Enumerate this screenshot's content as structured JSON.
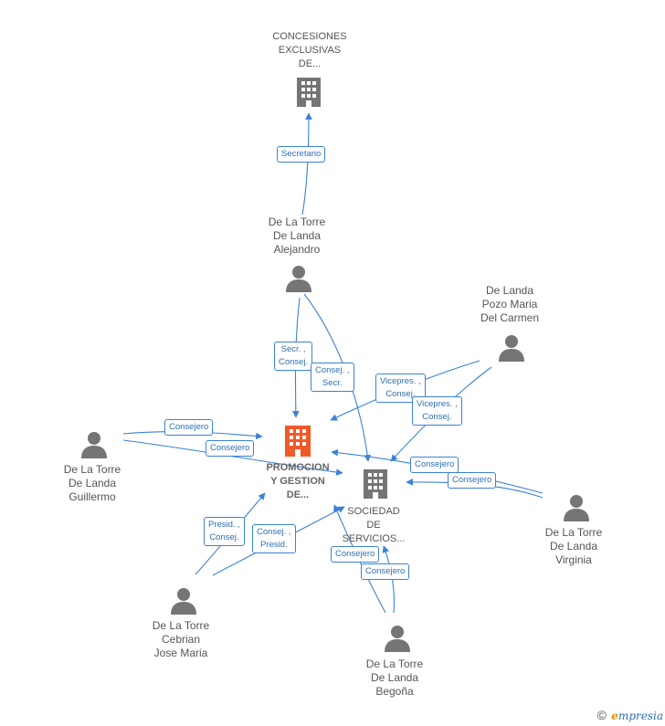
{
  "colors": {
    "edge": "#3b82d6",
    "node_gray": "#757575",
    "node_main": "#f05a28",
    "label_text": "#555555",
    "edge_label_text": "#2f6fb7"
  },
  "nodes": {
    "concesiones": {
      "type": "company",
      "label_lines": [
        "CONCESIONES",
        "EXCLUSIVAS",
        "DE..."
      ]
    },
    "promocion": {
      "type": "company-main",
      "label_lines": [
        "PROMOCION",
        "Y GESTION",
        "DE..."
      ]
    },
    "sociedad": {
      "type": "company",
      "label_lines": [
        "SOCIEDAD",
        "DE",
        "SERVICIOS..."
      ]
    },
    "alejandro": {
      "type": "person",
      "label_lines": [
        "De La Torre",
        "De Landa",
        "Alejandro"
      ]
    },
    "pozo": {
      "type": "person",
      "label_lines": [
        "De Landa",
        "Pozo Maria",
        "Del Carmen"
      ]
    },
    "guillermo": {
      "type": "person",
      "label_lines": [
        "De La Torre",
        "De Landa",
        "Guillermo"
      ]
    },
    "virginia": {
      "type": "person",
      "label_lines": [
        "De La Torre",
        "De Landa",
        "Virginia"
      ]
    },
    "cebrian": {
      "type": "person",
      "label_lines": [
        "De La Torre",
        "Cebrian",
        "Jose Maria"
      ]
    },
    "begona": {
      "type": "person",
      "label_lines": [
        "De La Torre",
        "De Landa",
        "Begoña"
      ]
    }
  },
  "edge_labels": {
    "secretario": [
      "Secretario"
    ],
    "secr_consej": [
      "Secr. ,",
      "Consej."
    ],
    "consej_secr": [
      "Consej. ,",
      "Secr."
    ],
    "vicepres_1": [
      "Vicepres. ,",
      "Consej."
    ],
    "vicepres_2": [
      "Vicepres. ,",
      "Consej."
    ],
    "consejero_g1": [
      "Consejero"
    ],
    "consejero_g2": [
      "Consejero"
    ],
    "consejero_v1": [
      "Consejero"
    ],
    "consejero_v2": [
      "Consejero"
    ],
    "presid_consej": [
      "Presid. ,",
      "Consej."
    ],
    "consej_presid": [
      "Consej. ,",
      "Presid."
    ],
    "consejero_b1": [
      "Consejero"
    ],
    "consejero_b2": [
      "Consejero"
    ]
  },
  "footer": {
    "copyright": "©",
    "brand_e": "e",
    "brand_rest": "mpresia"
  }
}
